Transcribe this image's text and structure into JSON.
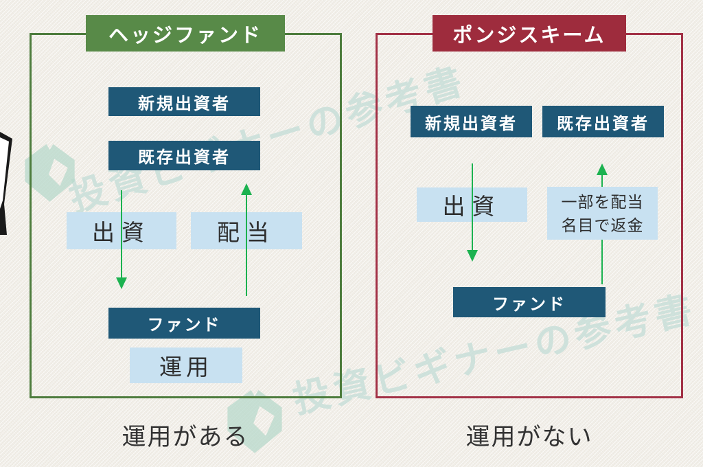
{
  "watermark": {
    "text": "投資ビギナーの参考書",
    "text_color": "#c6ded8",
    "logo_icon": "open-book-logo-icon",
    "logo_color": "#b7d8cb"
  },
  "decoration": {
    "page_curl_icon": "page-curl-icon"
  },
  "colors": {
    "background": "#f1eee8",
    "node_dark_blue": "#1f5877",
    "node_light_blue": "#c8e1f1",
    "arrow_green": "#1cb250",
    "hedge_fund_green": "#588a48",
    "ponzi_red": "#9e2c3d"
  },
  "panels": [
    {
      "title": "ヘッジファンド",
      "caption": "運用がある",
      "accent_color": "#588a48",
      "border_color": "#4d7c3d",
      "nodes": {
        "new_investors": "新規出資者",
        "existing_investors": "既存出資者",
        "invest": "出資",
        "dividend": "配当",
        "fund": "ファンド",
        "operation": "運用"
      }
    },
    {
      "title": "ポンジスキーム",
      "caption": "運用がない",
      "accent_color": "#9e2c3d",
      "border_color": "#a23146",
      "nodes": {
        "new_investors": "新規出資者",
        "existing_investors": "既存出資者",
        "invest": "出資",
        "refund_line1": "一部を配当",
        "refund_line2": "名目で返金",
        "fund": "ファンド"
      }
    }
  ]
}
